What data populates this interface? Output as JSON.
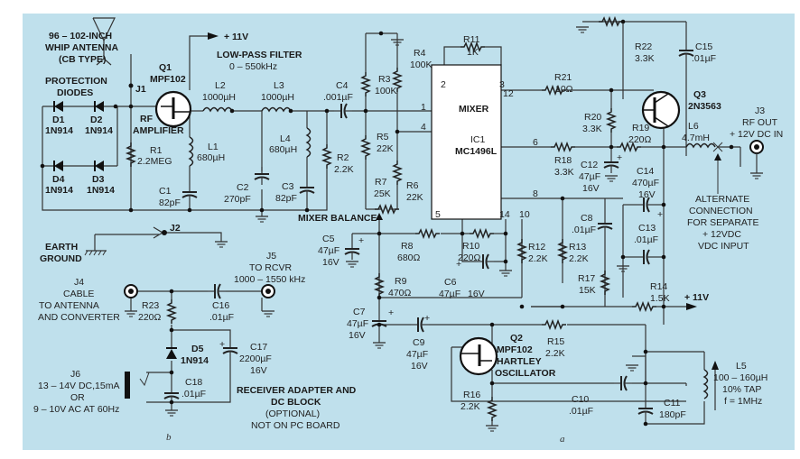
{
  "title": "AM broadcast-band converter schematic (CB whip antenna input)",
  "colors": {
    "background": "#bfe0ec",
    "wire": "#333333",
    "ic_fill": "#ffffff"
  },
  "antenna": {
    "lines": [
      "96 – 102-INCH",
      "WHIP ANTENNA",
      "(CB TYPE)"
    ],
    "jack": "J1"
  },
  "protection": {
    "lines": [
      "PROTECTION",
      "DIODES"
    ]
  },
  "diodes": [
    {
      "ref": "D1",
      "part": "1N914"
    },
    {
      "ref": "D2",
      "part": "1N914"
    },
    {
      "ref": "D4",
      "part": "1N914"
    },
    {
      "ref": "D3",
      "part": "1N914"
    },
    {
      "ref": "D5",
      "part": "1N914"
    }
  ],
  "q1": {
    "ref": "Q1",
    "part": "MPF102",
    "role": [
      "RF",
      "AMPLIFIER"
    ]
  },
  "q2": {
    "ref": "Q2",
    "part": "MPF102",
    "role": [
      "HARTLEY",
      "OSCILLATOR"
    ]
  },
  "q3": {
    "ref": "Q3",
    "part": "2N3563"
  },
  "supply_labels": {
    "top": "+ 11V",
    "right": "+ 11V"
  },
  "filter": {
    "lines": [
      "LOW-PASS FILTER",
      "0 – 550kHz"
    ]
  },
  "inductors": {
    "L1": {
      "ref": "L1",
      "value": "680µH"
    },
    "L2": {
      "ref": "L2",
      "value": "1000µH"
    },
    "L3": {
      "ref": "L3",
      "value": "1000µH"
    },
    "L4": {
      "ref": "L4",
      "value": "680µH"
    },
    "L5": {
      "ref": "L5",
      "lines": [
        "100 – 160µH",
        "10% TAP",
        "f = 1MHz"
      ]
    },
    "L6": {
      "ref": "L6",
      "value": "4.7mH"
    }
  },
  "resistors": {
    "R1": {
      "ref": "R1",
      "value": "2.2MEG"
    },
    "R2": {
      "ref": "R2",
      "value": "2.2K"
    },
    "R3": {
      "ref": "R3",
      "value": "100K"
    },
    "R4": {
      "ref": "R4",
      "value": "100K"
    },
    "R5": {
      "ref": "R5",
      "value": "22K"
    },
    "R6": {
      "ref": "R6",
      "value": "22K"
    },
    "R7": {
      "ref": "R7",
      "value": "25K"
    },
    "R8": {
      "ref": "R8",
      "value": "680Ω"
    },
    "R9": {
      "ref": "R9",
      "value": "470Ω"
    },
    "R10": {
      "ref": "R10",
      "value": "220Ω"
    },
    "R11": {
      "ref": "R11",
      "value": "1K"
    },
    "R12": {
      "ref": "R12",
      "value": "2.2K"
    },
    "R13": {
      "ref": "R13",
      "value": "2.2K"
    },
    "R14": {
      "ref": "R14",
      "value": "1.5K"
    },
    "R15": {
      "ref": "R15",
      "value": "2.2K"
    },
    "R16": {
      "ref": "R16",
      "value": "2.2K"
    },
    "R17": {
      "ref": "R17",
      "value": "15K"
    },
    "R18": {
      "ref": "R18",
      "value": "3.3K"
    },
    "R19": {
      "ref": "R19",
      "value": "220Ω"
    },
    "R20": {
      "ref": "R20",
      "value": "3.3K"
    },
    "R21": {
      "ref": "R21",
      "value": "10Ω"
    },
    "R22": {
      "ref": "R22",
      "value": "3.3K"
    },
    "R23": {
      "ref": "R23",
      "value": "220Ω"
    }
  },
  "capacitors": {
    "C1": {
      "ref": "C1",
      "value": "82pF"
    },
    "C2": {
      "ref": "C2",
      "value": "270pF"
    },
    "C3": {
      "ref": "C3",
      "value": "82pF"
    },
    "C4": {
      "ref": "C4",
      "value": ".001µF"
    },
    "C5": {
      "ref": "C5",
      "value": "47µF",
      "voltage": "16V"
    },
    "C6": {
      "ref": "C6",
      "value": "47µF",
      "voltage": "16V"
    },
    "C7": {
      "ref": "C7",
      "value": "47µF",
      "voltage": "16V"
    },
    "C8": {
      "ref": "C8",
      "value": ".01µF"
    },
    "C9": {
      "ref": "C9",
      "value": "47µF",
      "voltage": "16V"
    },
    "C10": {
      "ref": "C10",
      "value": ".01µF"
    },
    "C11": {
      "ref": "C11",
      "value": "180pF"
    },
    "C12": {
      "ref": "C12",
      "value": "47µF",
      "voltage": "16V"
    },
    "C13": {
      "ref": "C13",
      "value": ".01µF"
    },
    "C14": {
      "ref": "C14",
      "value": "470µF",
      "voltage": "16V"
    },
    "C15": {
      "ref": "C15",
      "value": ".01µF"
    },
    "C16": {
      "ref": "C16",
      "value": ".01µF"
    },
    "C17": {
      "ref": "C17",
      "value": "2200µF",
      "voltage": "16V"
    },
    "C18": {
      "ref": "C18",
      "value": ".01µF"
    }
  },
  "ic1": {
    "label": "MIXER",
    "ref": "IC1",
    "part": "MC1496L",
    "pins": [
      "2",
      "3",
      "1",
      "4",
      "12",
      "6",
      "8",
      "5",
      "14",
      "10"
    ]
  },
  "mixer_balance": "MIXER BALANCE",
  "j2": {
    "ref": "J2",
    "earth": [
      "EARTH",
      "GROUND"
    ]
  },
  "j3": {
    "lines": [
      "J3",
      "RF OUT",
      "+ 12V DC IN"
    ]
  },
  "j4": {
    "lines": [
      "J4",
      "CABLE",
      "TO ANTENNA",
      "AND CONVERTER"
    ]
  },
  "j5": {
    "lines": [
      "J5",
      "TO RCVR",
      "1000 – 1550 kHz"
    ]
  },
  "j6": {
    "lines": [
      "J6",
      "13 – 14V DC,15mA",
      "OR",
      "9 – 10V AC AT 60Hz"
    ]
  },
  "alternate": {
    "lines": [
      "ALTERNATE",
      "CONNECTION",
      "FOR SEPARATE",
      "+ 12VDC",
      "VDC INPUT"
    ]
  },
  "adapter": {
    "lines": [
      "RECEIVER ADAPTER AND",
      "DC BLOCK",
      "(OPTIONAL)",
      "NOT ON PC BOARD"
    ]
  },
  "section_marks": {
    "a": "a",
    "b": "b"
  }
}
